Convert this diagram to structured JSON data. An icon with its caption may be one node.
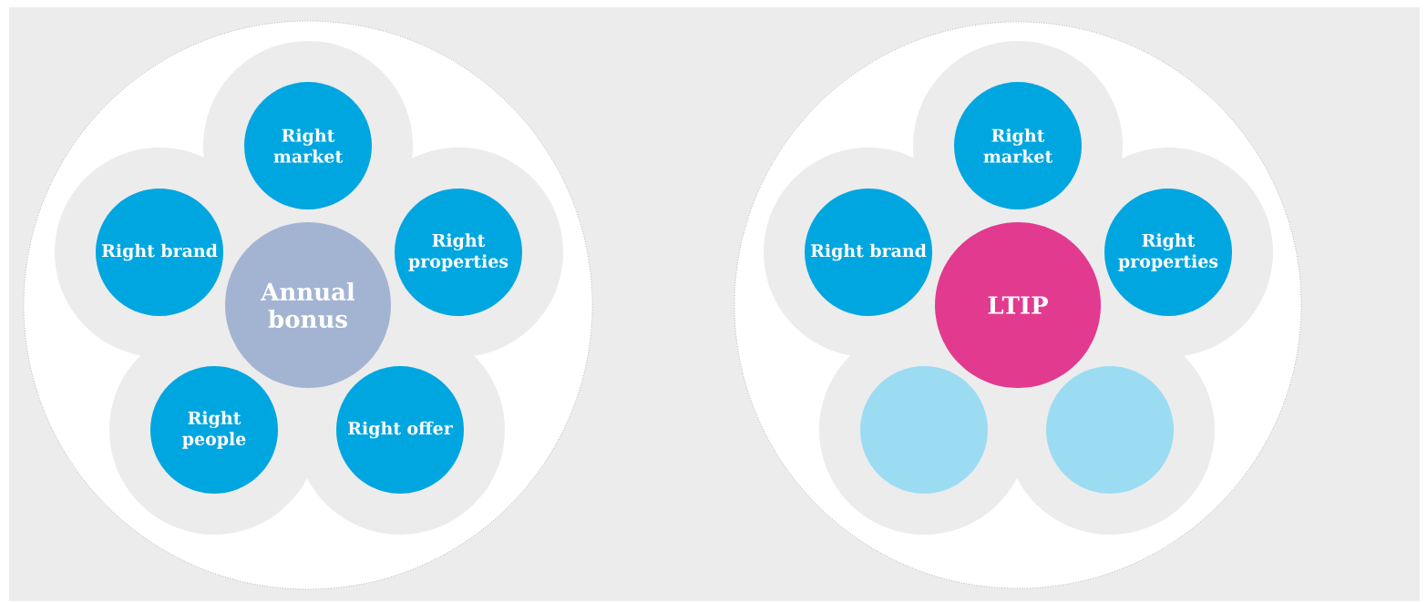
{
  "diagram": {
    "nodes": [
      {
        "text": [],
        "shape": "circle"
      },
      {
        "text": [
          "Right market"
        ],
        "in": 0
      },
      {
        "text": [
          "Right brand"
        ],
        "in": 0
      },
      {
        "text": [
          "Annual bonus"
        ],
        "in": 0
      },
      {
        "text": [
          "Right properties"
        ],
        "in": 0
      },
      {
        "text": [
          "Right people"
        ],
        "in": 0
      },
      {
        "text": [
          "Right offer"
        ],
        "in": 0
      },
      {
        "text": [],
        "shape": "circle"
      },
      {
        "text": [
          "Right market"
        ],
        "in": 7
      },
      {
        "text": [
          "Right brand"
        ],
        "in": 7
      },
      {
        "text": [
          "LTIP"
        ],
        "in": 7
      },
      {
        "text": [
          "Right properties"
        ],
        "in": 7
      },
      {
        "text": [],
        "shape": "circle",
        "in": 7
      },
      {
        "text": [],
        "shape": "circle",
        "in": 7
      }
    ]
  }
}
